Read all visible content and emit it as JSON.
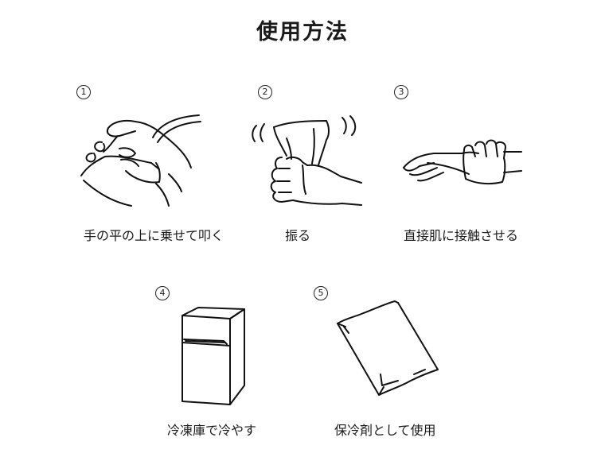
{
  "title": "使用方法",
  "steps": [
    {
      "number": "1",
      "caption": "手の平の上に乗せて叩く",
      "illustration": "hand-tapping-pack-icon"
    },
    {
      "number": "2",
      "caption": "振る",
      "illustration": "fist-shaking-pack-icon"
    },
    {
      "number": "3",
      "caption": "直接肌に接触させる",
      "illustration": "pack-on-wrist-icon"
    },
    {
      "number": "4",
      "caption": "冷凍庫で冷やす",
      "illustration": "refrigerator-icon"
    },
    {
      "number": "5",
      "caption": "保冷剤として使用",
      "illustration": "ice-pack-icon"
    }
  ]
}
